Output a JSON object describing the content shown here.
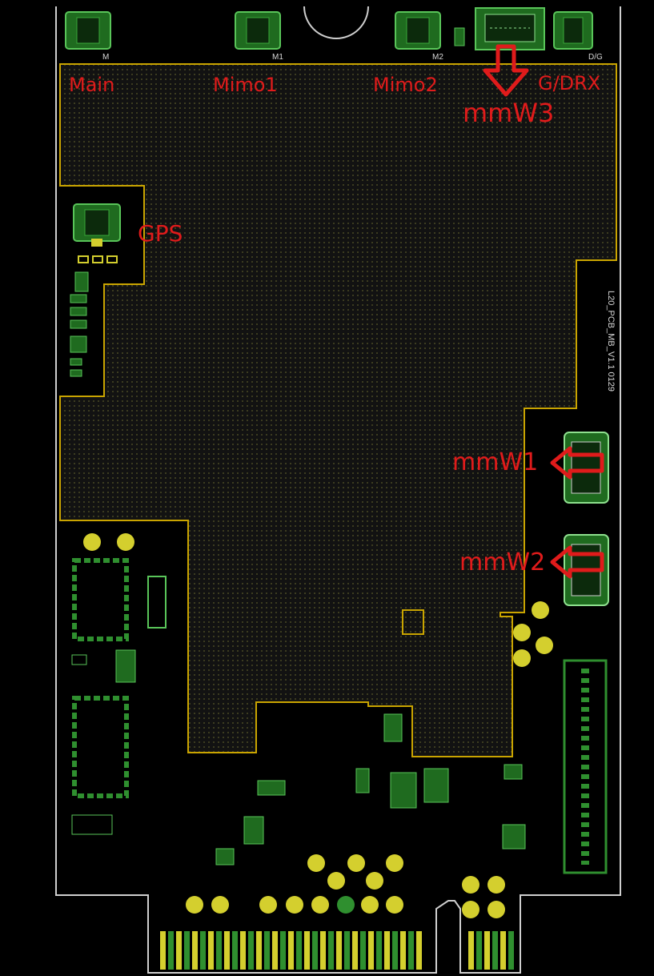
{
  "labels": {
    "main": "Main",
    "mimo1": "Mimo1",
    "mimo2": "Mimo2",
    "gdrx": "G/DRX",
    "mmw3": "mmW3",
    "gps": "GPS",
    "mmw1": "mmW1",
    "mmw2": "mmW2"
  },
  "silkscreen": {
    "m": "M",
    "m1": "M1",
    "m2": "M2",
    "dg": "D/G",
    "vertical": "L20_PCB_MB_V1.1 0129"
  },
  "colors": {
    "background": "#000000",
    "board_outline": "#cfcfcf",
    "copper_outline": "#c9a400",
    "component_green": "#2f8f2f",
    "pad_yellow": "#d4cf2e",
    "label_red": "#e01b1b"
  }
}
